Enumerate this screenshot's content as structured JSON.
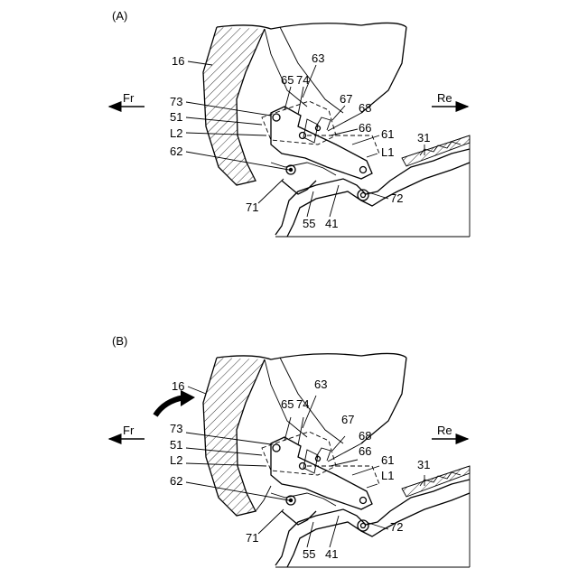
{
  "panels": [
    {
      "id": "A",
      "label": "(A)",
      "direction_front": "Fr",
      "direction_rear": "Re",
      "labels": {
        "l16": "16",
        "l63": "63",
        "l65": "65",
        "l74": "74",
        "l67": "67",
        "l68": "68",
        "l73": "73",
        "l51": "51",
        "l66": "66",
        "lL2": "L2",
        "l61": "61",
        "l62": "62",
        "lL1": "L1",
        "l31": "31",
        "l71": "71",
        "l55": "55",
        "l41": "41",
        "l72": "72"
      }
    },
    {
      "id": "B",
      "label": "(B)",
      "direction_front": "Fr",
      "direction_rear": "Re",
      "labels": {
        "l16": "16",
        "l63": "63",
        "l65": "65",
        "l74": "74",
        "l67": "67",
        "l68": "68",
        "l73": "73",
        "l51": "51",
        "l66": "66",
        "lL2": "L2",
        "l61": "61",
        "l62": "62",
        "lL1": "L1",
        "l31": "31",
        "l71": "71",
        "l55": "55",
        "l41": "41",
        "l72": "72"
      }
    }
  ]
}
